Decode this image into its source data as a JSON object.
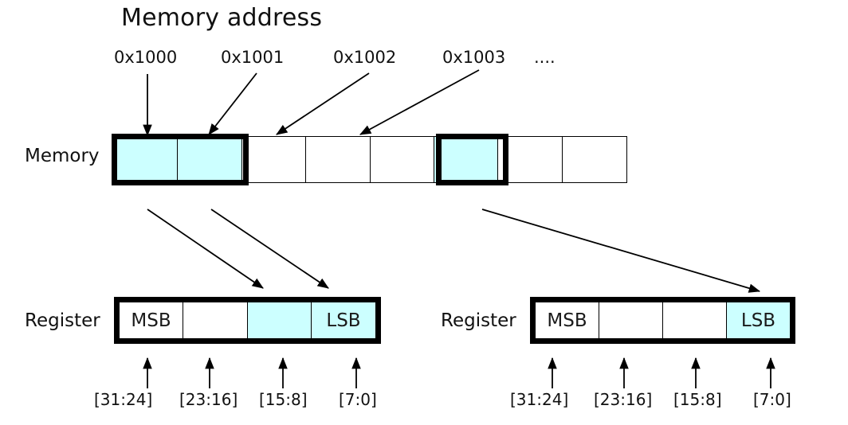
{
  "diagram": {
    "title": "Memory address",
    "memory_label": "Memory",
    "ellipsis": "....",
    "addresses": [
      "0x1000",
      "0x1001",
      "0x1002",
      "0x1003"
    ],
    "colors": {
      "highlight_fill": "#ccffff",
      "stroke": "#000000",
      "background": "#ffffff"
    },
    "memory_cells": [
      {
        "index": 0,
        "filled": true,
        "highlighted": true
      },
      {
        "index": 1,
        "filled": true,
        "highlighted": true
      },
      {
        "index": 2,
        "filled": false,
        "highlighted": false
      },
      {
        "index": 3,
        "filled": false,
        "highlighted": false
      },
      {
        "index": 4,
        "filled": false,
        "highlighted": false
      },
      {
        "index": 5,
        "filled": true,
        "highlighted": true
      },
      {
        "index": 6,
        "filled": false,
        "highlighted": false
      },
      {
        "index": 7,
        "filled": false,
        "highlighted": false
      }
    ],
    "registers": [
      {
        "id": "left",
        "label": "Register",
        "cells": [
          {
            "text": "MSB",
            "filled": false
          },
          {
            "text": "",
            "filled": false
          },
          {
            "text": "",
            "filled": true
          },
          {
            "text": "LSB",
            "filled": true
          }
        ],
        "bit_labels": [
          "[31:24]",
          "[23:16]",
          "[15:8]",
          "[7:0]"
        ]
      },
      {
        "id": "right",
        "label": "Register",
        "cells": [
          {
            "text": "MSB",
            "filled": false
          },
          {
            "text": "",
            "filled": false
          },
          {
            "text": "",
            "filled": false
          },
          {
            "text": "LSB",
            "filled": true
          }
        ],
        "bit_labels": [
          "[31:24]",
          "[23:16]",
          "[15:8]",
          "[7:0]"
        ]
      }
    ]
  }
}
